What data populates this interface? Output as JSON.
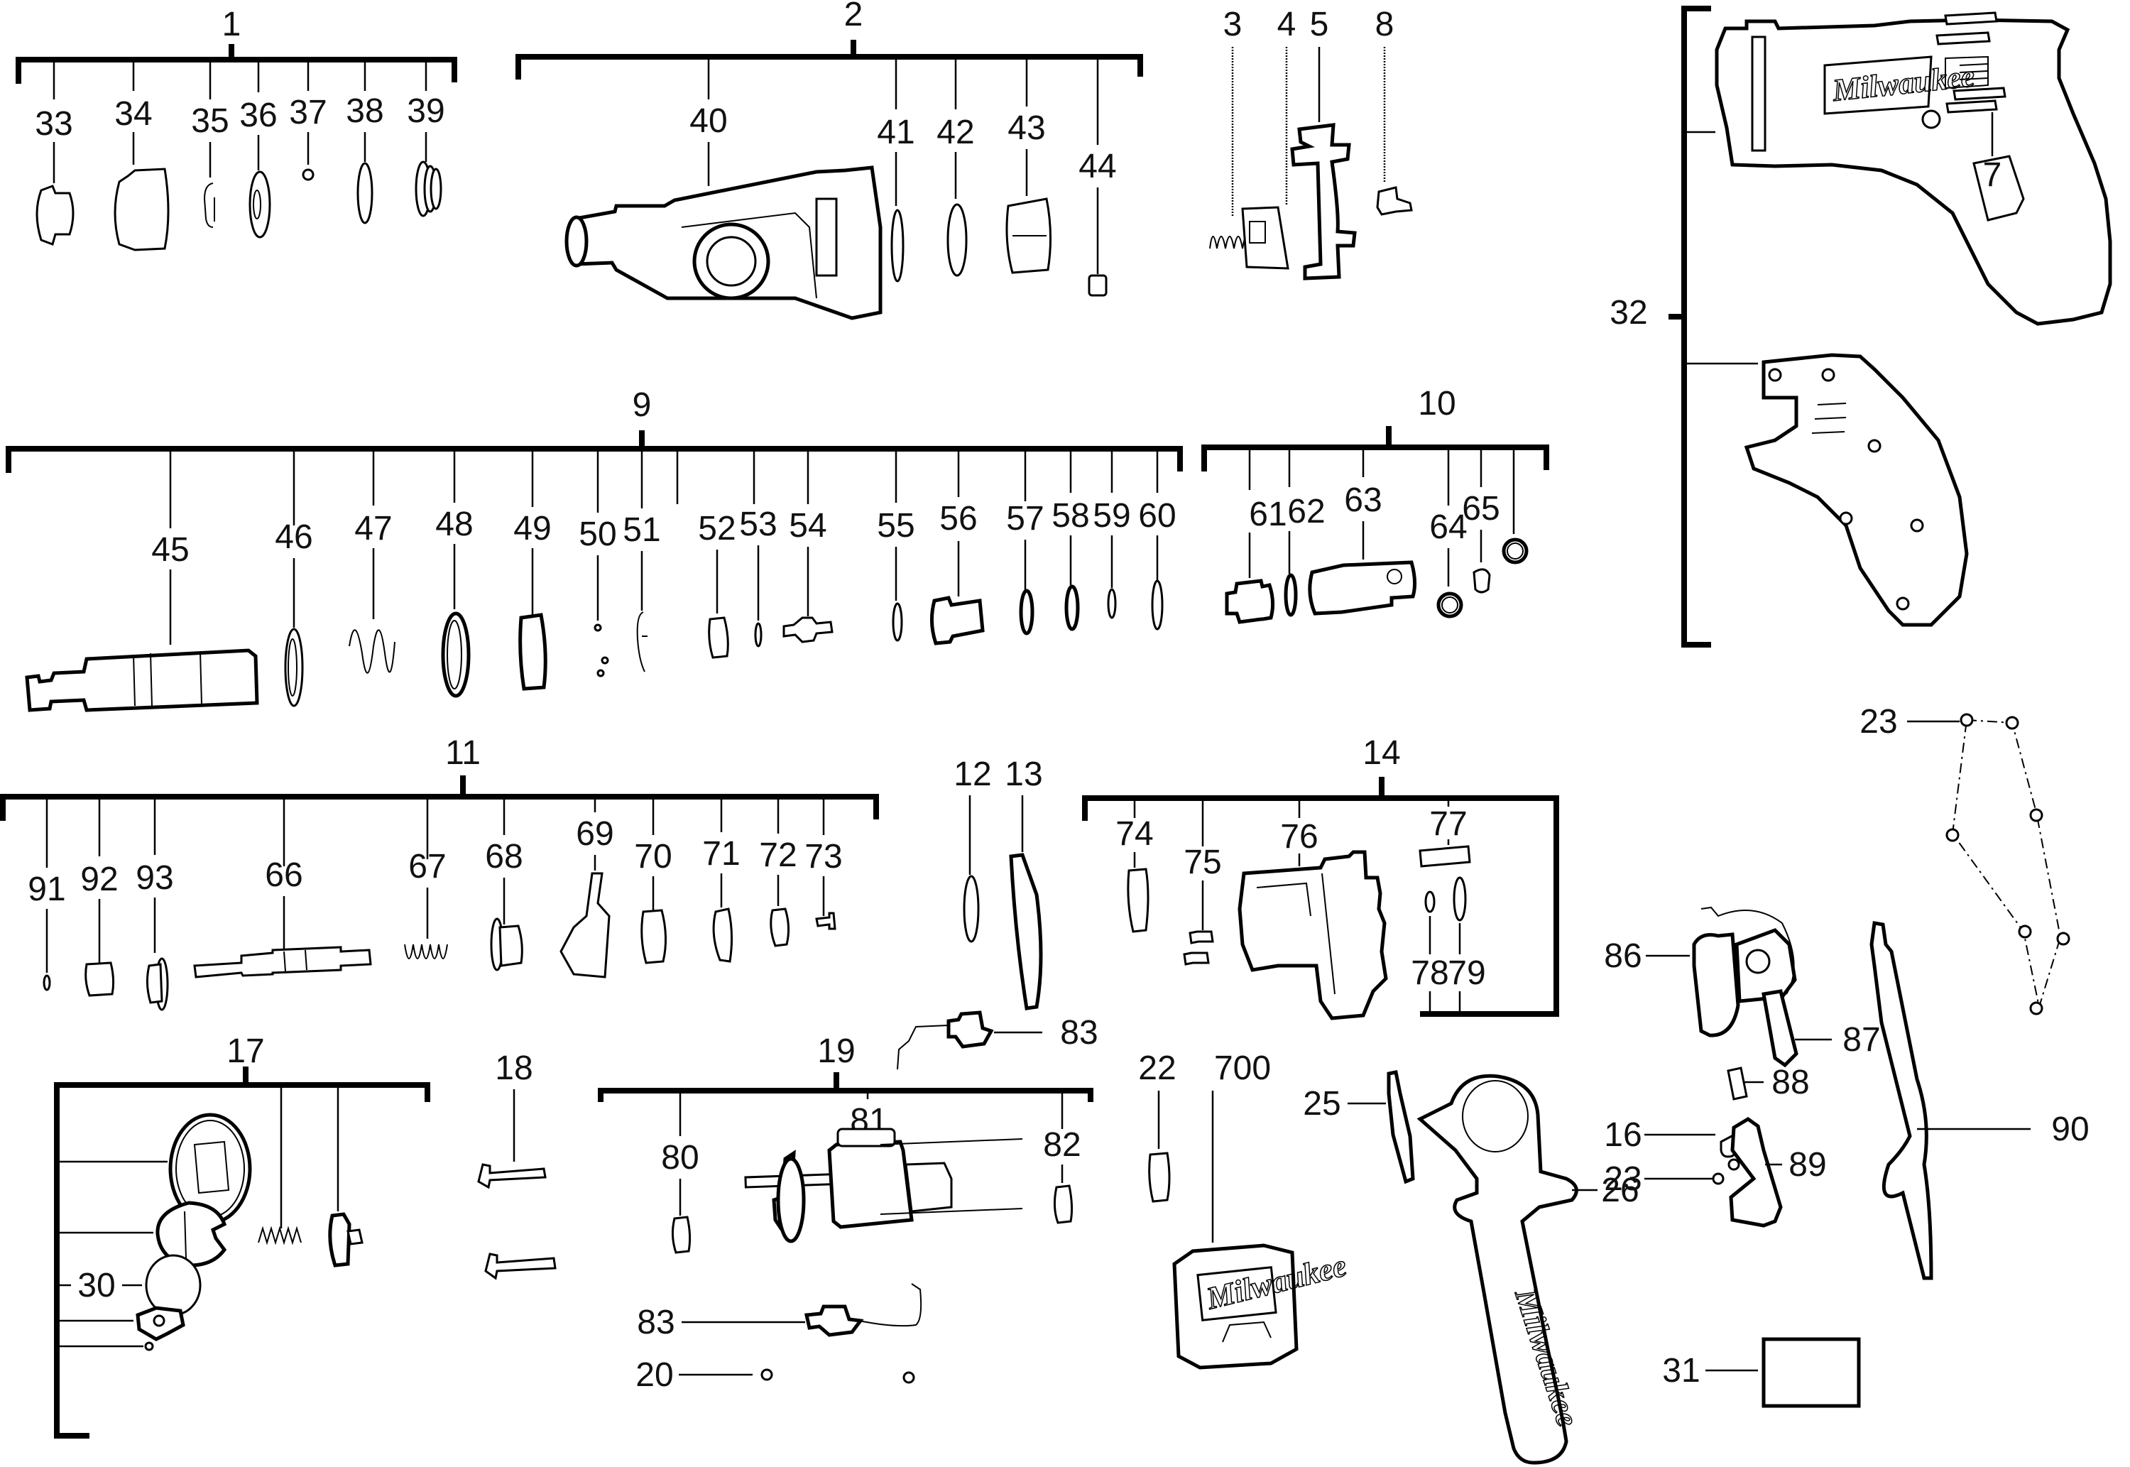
{
  "diagram": {
    "title": "Exploded parts diagram - rotary hammer",
    "brand_mark": "Milwaukee",
    "assemblies": [
      {
        "id": "1",
        "label": "1",
        "parts": [
          "33",
          "34",
          "35",
          "36",
          "37",
          "38",
          "39"
        ]
      },
      {
        "id": "2",
        "label": "2",
        "parts": [
          "40",
          "41",
          "42",
          "43",
          "44"
        ]
      },
      {
        "id": "9",
        "label": "9",
        "parts": [
          "45",
          "46",
          "47",
          "48",
          "49",
          "50",
          "51",
          "52",
          "53",
          "54",
          "55",
          "56",
          "57",
          "58",
          "59",
          "60"
        ]
      },
      {
        "id": "10",
        "label": "10",
        "parts": [
          "61",
          "62",
          "63",
          "64",
          "65"
        ]
      },
      {
        "id": "11",
        "label": "11",
        "parts": [
          "91",
          "92",
          "93",
          "66",
          "67",
          "68",
          "69",
          "70",
          "71",
          "72",
          "73"
        ]
      },
      {
        "id": "14",
        "label": "14",
        "parts": [
          "74",
          "75",
          "76",
          "77",
          "78",
          "79"
        ]
      },
      {
        "id": "17",
        "label": "17",
        "parts": [
          "30"
        ]
      },
      {
        "id": "19",
        "label": "19",
        "parts": [
          "80",
          "81",
          "82"
        ]
      },
      {
        "id": "32",
        "label": "32",
        "parts": []
      }
    ],
    "standalone_parts": [
      "3",
      "4",
      "5",
      "7",
      "8",
      "12",
      "13",
      "16",
      "18",
      "20",
      "22",
      "23",
      "25",
      "26",
      "31",
      "83",
      "86",
      "87",
      "88",
      "89",
      "90",
      "700"
    ],
    "labels": {
      "a1": "1",
      "a2": "2",
      "a9": "9",
      "a10": "10",
      "a11": "11",
      "a14": "14",
      "a17": "17",
      "a19": "19",
      "a32": "32",
      "p3": "3",
      "p4": "4",
      "p5": "5",
      "p7": "7",
      "p8": "8",
      "p12": "12",
      "p13": "13",
      "p16": "16",
      "p18": "18",
      "p20": "20",
      "p22": "22",
      "p23a": "23",
      "p23b": "23",
      "p25": "25",
      "p26": "26",
      "p30": "30",
      "p31": "31",
      "p33": "33",
      "p34": "34",
      "p35": "35",
      "p36": "36",
      "p37": "37",
      "p38": "38",
      "p39": "39",
      "p40": "40",
      "p41": "41",
      "p42": "42",
      "p43": "43",
      "p44": "44",
      "p45": "45",
      "p46": "46",
      "p47": "47",
      "p48": "48",
      "p49": "49",
      "p50": "50",
      "p51": "51",
      "p52": "52",
      "p53": "53",
      "p54": "54",
      "p55": "55",
      "p56": "56",
      "p57": "57",
      "p58": "58",
      "p59": "59",
      "p60": "60",
      "p61": "61",
      "p62": "62",
      "p63": "63",
      "p64": "64",
      "p65": "65",
      "p66": "66",
      "p67": "67",
      "p68": "68",
      "p69": "69",
      "p70": "70",
      "p71": "71",
      "p72": "72",
      "p73": "73",
      "p74": "74",
      "p75": "75",
      "p76": "76",
      "p77": "77",
      "p78": "78",
      "p79": "79",
      "p80": "80",
      "p81": "81",
      "p82": "82",
      "p83a": "83",
      "p83b": "83",
      "p86": "86",
      "p87": "87",
      "p88": "88",
      "p89": "89",
      "p90": "90",
      "p91": "91",
      "p92": "92",
      "p93": "93",
      "p700": "700"
    }
  }
}
